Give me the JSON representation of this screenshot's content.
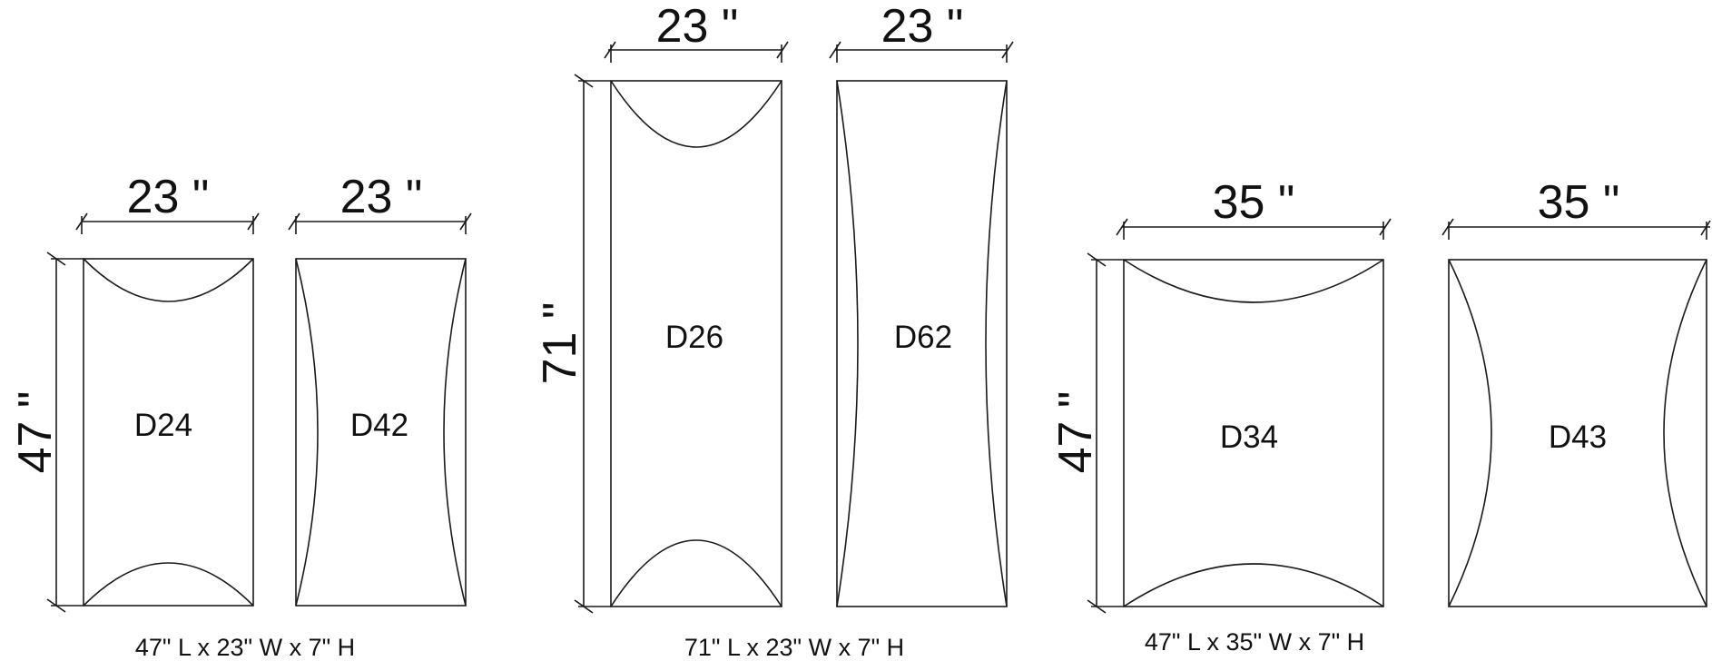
{
  "groups": [
    {
      "height_label": "47 \"",
      "caption": "47\" L x 23\" W x 7\" H",
      "panels": [
        {
          "code": "D24",
          "width_label": "23 \"",
          "curve": "horizontal"
        },
        {
          "code": "D42",
          "width_label": "23 \"",
          "curve": "vertical"
        }
      ]
    },
    {
      "height_label": "71 \"",
      "caption": "71\" L x 23\" W x 7\" H",
      "panels": [
        {
          "code": "D26",
          "width_label": "23 \"",
          "curve": "horizontal"
        },
        {
          "code": "D62",
          "width_label": "23 \"",
          "curve": "vertical"
        }
      ]
    },
    {
      "height_label": "47 \"",
      "caption": "47\" L x 35\" W x 7\" H",
      "panels": [
        {
          "code": "D34",
          "width_label": "35 \"",
          "curve": "horizontal"
        },
        {
          "code": "D43",
          "width_label": "35 \"",
          "curve": "vertical"
        }
      ]
    }
  ]
}
